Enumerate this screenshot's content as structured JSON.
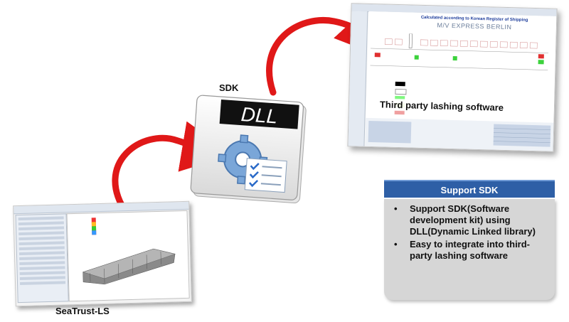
{
  "labels": {
    "sdk": "SDK",
    "dll": "DLL",
    "seatrust": "SeaTrust-LS",
    "third_party": "Third party lashing software"
  },
  "third_party_screen": {
    "calc_note": "Calculated according to Korean Register of Shipping",
    "vessel": "M/V EXPRESS BERLIN"
  },
  "support_box": {
    "title": "Support SDK",
    "items": [
      {
        "bullet": "•",
        "text": "Support SDK(Software development kit) using DLL(Dynamic Linked library)"
      },
      {
        "bullet": "•",
        "text": "Easy to integrate into third-party lashing software"
      }
    ]
  },
  "colors": {
    "arrow_red": "#e01818",
    "support_header": "#2e5fa6",
    "support_body": "#d6d6d6",
    "dll_bar": "#111111",
    "gear_blue": "#7aa6d8"
  },
  "icons": [
    "gear-icon",
    "checklist-icon",
    "curved-arrow-icon"
  ]
}
